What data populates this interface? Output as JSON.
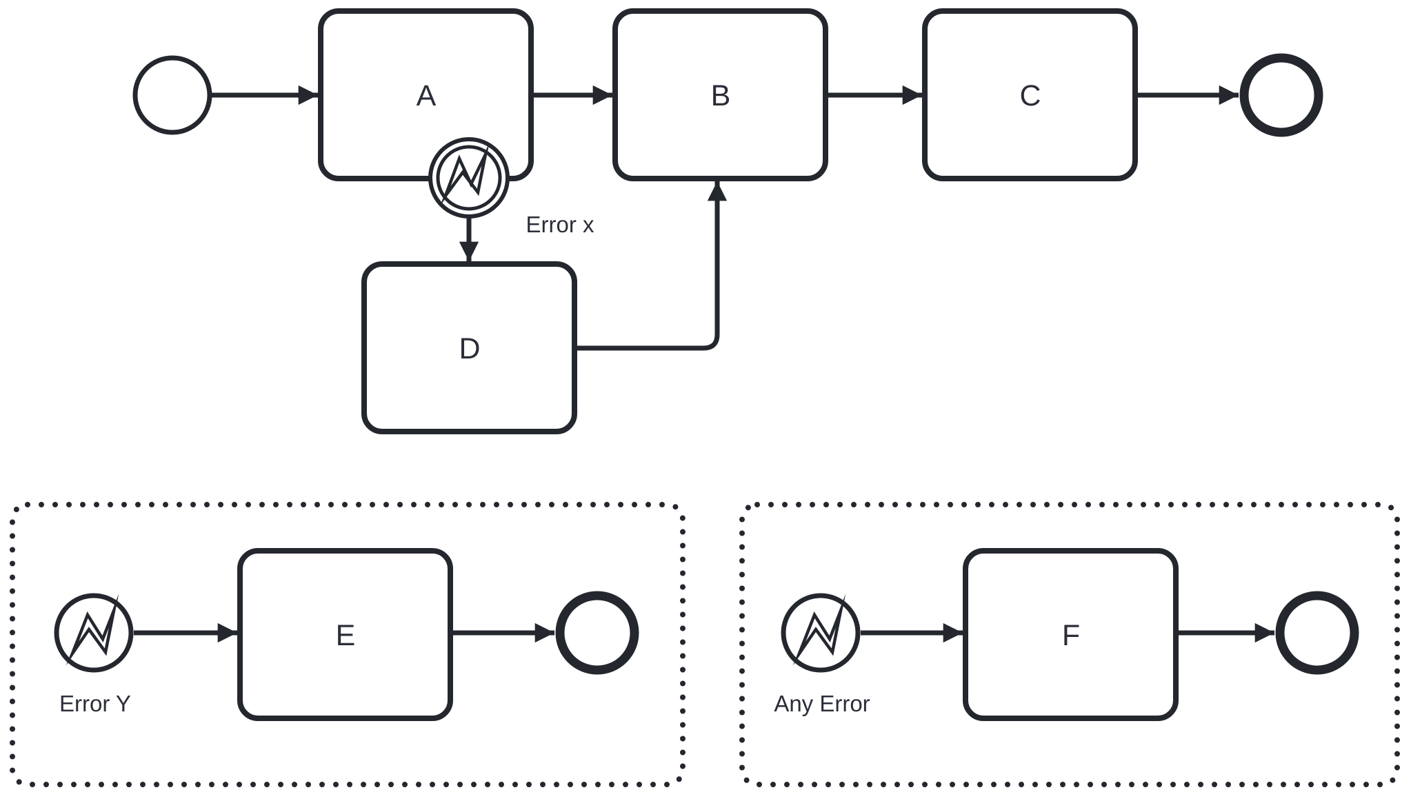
{
  "colors": {
    "stroke": "#24272E",
    "text": "#2B2E38",
    "background": "#FFFFFF"
  },
  "labels": {
    "task_a": "A",
    "task_b": "B",
    "task_c": "C",
    "task_d": "D",
    "task_e": "E",
    "task_f": "F",
    "boundary_error": "Error x",
    "error_y": "Error Y",
    "any_error": "Any Error"
  },
  "icons": {
    "error_trigger": "error-lightning-icon"
  }
}
